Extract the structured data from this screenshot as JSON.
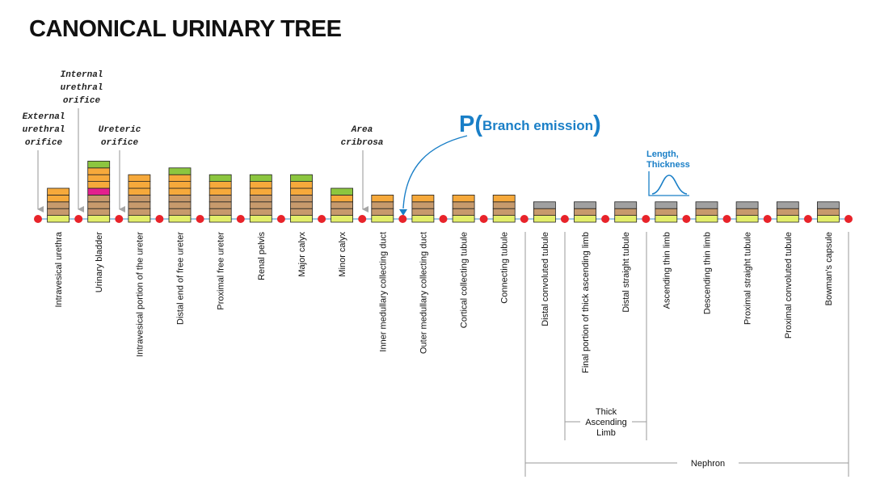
{
  "title": "CANONICAL URINARY TREE",
  "landmarks": {
    "external_urethral_orifice": [
      "External",
      "urethral",
      "orifice"
    ],
    "internal_urethral_orifice": [
      "Internal",
      "urethral",
      "orifice"
    ],
    "ureteric_orifice": [
      "Ureteric",
      "orifice"
    ],
    "area_cribrosa": [
      "Area",
      "cribrosa"
    ]
  },
  "branch_emission": {
    "p": "P(",
    "label": "Branch emission",
    "close": ")"
  },
  "length_thickness": [
    "Length,",
    "Thickness"
  ],
  "segments": [
    {
      "label": "Intravesical urethra",
      "stack": [
        "yellow",
        "brown",
        "brown",
        "orange",
        "orange"
      ]
    },
    {
      "label": "Urinary bladder",
      "stack": [
        "yellow",
        "brown",
        "brown",
        "brown",
        "magenta",
        "orange",
        "orange",
        "orange",
        "green"
      ]
    },
    {
      "label": "Intravesical portion of the ureter",
      "stack": [
        "yellow",
        "brown",
        "brown",
        "brown",
        "orange",
        "orange",
        "orange"
      ]
    },
    {
      "label": "Distal end of free ureter",
      "stack": [
        "yellow",
        "brown",
        "brown",
        "brown",
        "orange",
        "orange",
        "orange",
        "green"
      ]
    },
    {
      "label": "Proximal free ureter",
      "stack": [
        "yellow",
        "brown",
        "brown",
        "brown",
        "orange",
        "orange",
        "green"
      ]
    },
    {
      "label": "Renal pelvis",
      "stack": [
        "yellow",
        "brown",
        "brown",
        "brown",
        "orange",
        "orange",
        "green"
      ]
    },
    {
      "label": "Major calyx",
      "stack": [
        "yellow",
        "brown",
        "brown",
        "brown",
        "orange",
        "orange",
        "green"
      ]
    },
    {
      "label": "Minor calyx",
      "stack": [
        "yellow",
        "brown",
        "brown",
        "orange",
        "green"
      ]
    },
    {
      "label": "Inner medullary collecting duct",
      "stack": [
        "yellow",
        "brown",
        "brown",
        "orange"
      ]
    },
    {
      "label": "Outer medullary collecting duct",
      "stack": [
        "yellow",
        "brown",
        "brown",
        "orange"
      ]
    },
    {
      "label": "Cortical collecting tubule",
      "stack": [
        "yellow",
        "brown",
        "brown",
        "orange"
      ]
    },
    {
      "label": "Connecting tubule",
      "stack": [
        "yellow",
        "brown",
        "brown",
        "orange"
      ]
    },
    {
      "label": "Distal convoluted tubule",
      "stack": [
        "yellow",
        "brown",
        "gray"
      ]
    },
    {
      "label": "Final portion of thick ascending limb",
      "stack": [
        "yellow",
        "brown",
        "gray"
      ]
    },
    {
      "label": "Distal straight tubule",
      "stack": [
        "yellow",
        "brown",
        "gray"
      ]
    },
    {
      "label": "Ascending thin limb",
      "stack": [
        "yellow",
        "brown",
        "gray"
      ]
    },
    {
      "label": "Descending thin limb",
      "stack": [
        "yellow",
        "brown",
        "gray"
      ]
    },
    {
      "label": "Proximal straight tubule",
      "stack": [
        "yellow",
        "brown",
        "gray"
      ]
    },
    {
      "label": "Proximal convoluted tubule",
      "stack": [
        "yellow",
        "brown",
        "gray"
      ]
    },
    {
      "label": "Bowman's capsule",
      "stack": [
        "yellow",
        "brown",
        "gray"
      ]
    }
  ],
  "groups": {
    "thick_ascending_limb": [
      "Thick",
      "Ascending",
      "Limb"
    ],
    "nephron": "Nephron"
  },
  "colors": {
    "yellow": "#e3ee6a",
    "brown": "#c79a6c",
    "orange": "#f6a93b",
    "green": "#8cc63f",
    "magenta": "#e3208e",
    "gray": "#a0a0a0",
    "node": "#e8232a",
    "line": "#7fb6d8",
    "accent": "#1a7fc7",
    "landmark_arrow": "#a6a6a6"
  }
}
